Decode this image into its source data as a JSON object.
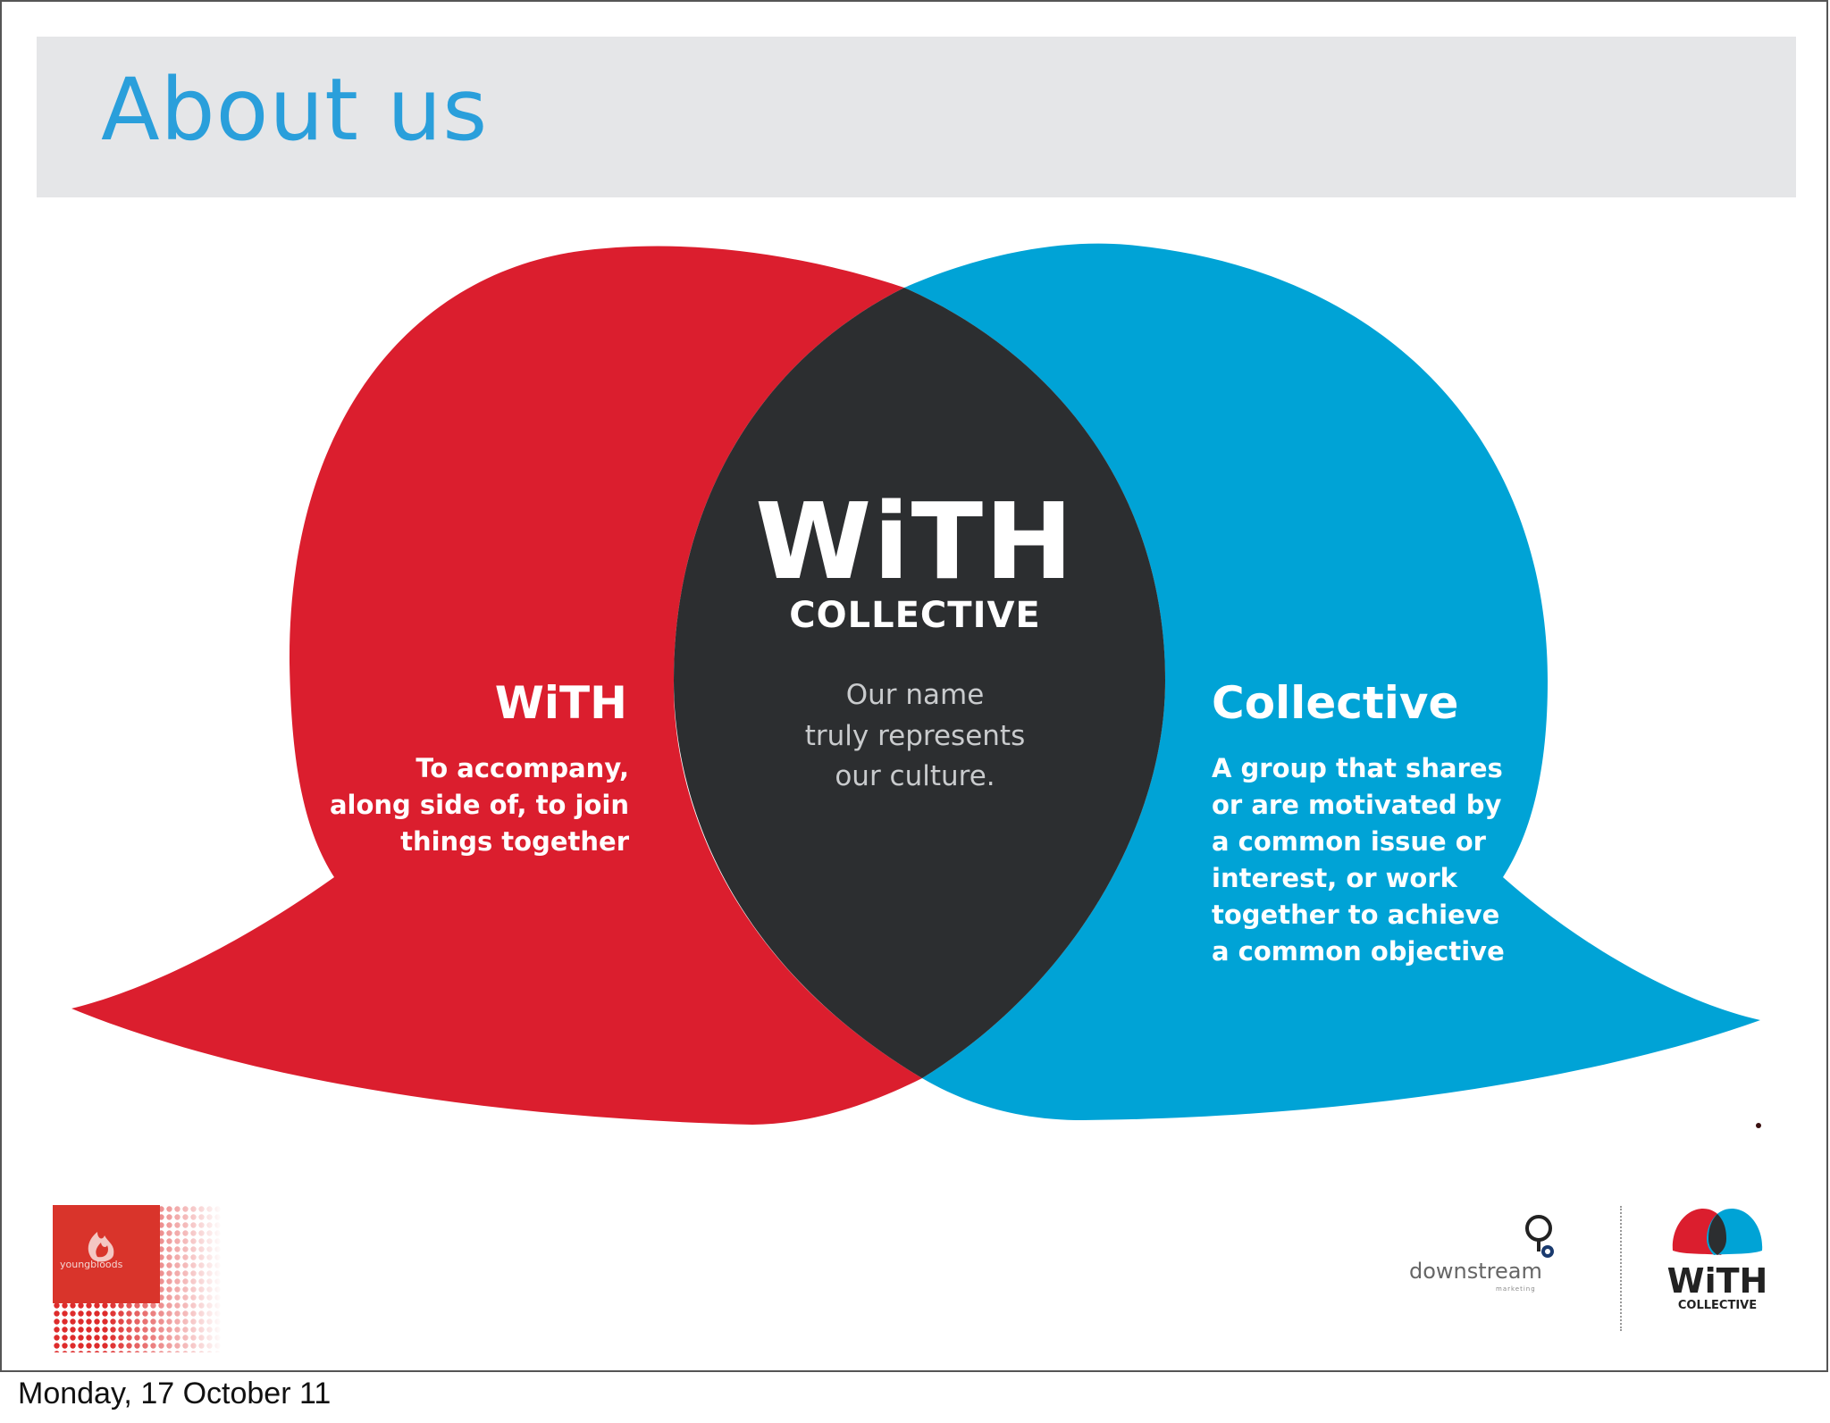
{
  "slide": {
    "title": "About us",
    "date_footer": "Monday, 17 October 11"
  },
  "diagram": {
    "left": {
      "heading": "WiTH",
      "body_lines": [
        "To accompany,",
        "along side of, to join",
        "things together"
      ]
    },
    "center": {
      "logo_word": "WiTH",
      "logo_sub": "COLLECTIVE",
      "body_lines": [
        "Our name",
        "truly represents",
        "our culture."
      ]
    },
    "right": {
      "heading": "Collective",
      "body_lines": [
        "A group that shares",
        "or are motivated by",
        "a common issue or",
        "interest, or work",
        "together to achieve",
        "a common objective"
      ]
    }
  },
  "logos": {
    "youngbloods": "youngbloods",
    "downstream": "downstream",
    "downstream_sub": "marketing",
    "with_word": "WiTH",
    "with_sub": "COLLECTIVE"
  },
  "colors": {
    "title": "#2a9fdb",
    "red": "#db1e2e",
    "blue": "#00a3d6",
    "dark": "#2c2e30",
    "text_on_shape": "#ffffff",
    "center_text": "#c9cbcd"
  },
  "icons": {
    "youngbloods": "flame-icon",
    "downstream": "key-icon",
    "with": "overlapping-bubbles-icon"
  }
}
